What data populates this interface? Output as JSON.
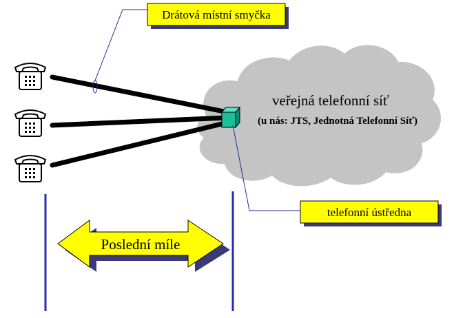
{
  "labels": {
    "local_loop": "Drátová místní smyčka",
    "network_title": "veřejná telefonní síť",
    "network_subtitle": "(u nás: JTS, Jednotná Telefonní Síť)",
    "exchange": "telefonní ústředna",
    "last_mile": "Poslední míle"
  },
  "colors": {
    "label_fill": "#ffff00",
    "label_shadow": "#3a3a7a",
    "cloud": "#c4c4c4",
    "exchange": "#1abf9a",
    "callout_line": "#1f2a9a",
    "boundary_line": "#2a2ab0",
    "arrow_fill": "#ffff00",
    "wire": "#000000"
  },
  "icons": [
    "telephone-icon",
    "telephone-icon",
    "telephone-icon",
    "exchange-cube-icon"
  ]
}
